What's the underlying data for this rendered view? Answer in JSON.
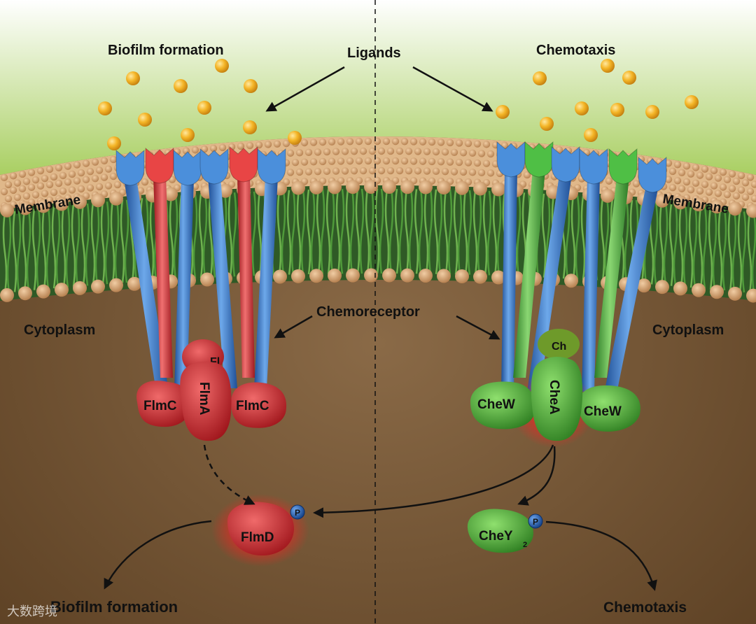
{
  "labels": {
    "top_left_title": "Biofilm formation",
    "top_center": "Ligands",
    "top_right_title": "Chemotaxis",
    "membrane_left": "Membrane",
    "membrane_right": "Membrane",
    "chemoreceptor": "Chemoreceptor",
    "cytoplasm_left": "Cytoplasm",
    "cytoplasm_right": "Cytoplasm",
    "bottom_left_title": "Biofilm formation",
    "bottom_right_title": "Chemotaxis"
  },
  "left_complex": {
    "flmc_left": "FlmC",
    "flma": "FlmA",
    "flma_back": "Fl",
    "flmc_right": "FlmC"
  },
  "right_complex": {
    "chew_left": "CheW",
    "chea": "CheA",
    "chea_back": "Ch",
    "chew_right": "CheW"
  },
  "products": {
    "flmd": "FlmD",
    "chey": "CheY",
    "chey_subscript": "2",
    "phosphate_left": "P",
    "phosphate_right": "P"
  },
  "watermark": "大数跨境",
  "colors": {
    "ligand": "#f2b31f",
    "receptor_blue": "#3d7ecb",
    "receptor_red": "#e03a3a",
    "receptor_green": "#3fae3a",
    "protein_red": "#c8222c",
    "protein_green": "#3c9a2c",
    "phosphate": "#1d5fb5",
    "lipid_head": "#d7a877",
    "lipid_tail": "#3f7a33"
  }
}
